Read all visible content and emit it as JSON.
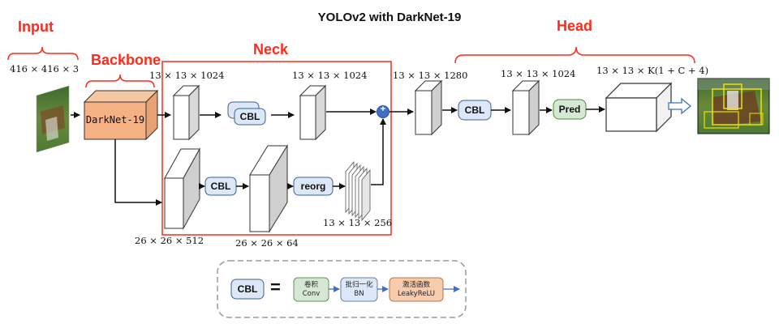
{
  "title": "YOLOv2 with DarkNet-19",
  "sections": {
    "input": "Input",
    "backbone": "Backbone",
    "neck": "Neck",
    "head": "Head"
  },
  "backbone_block": {
    "label": "DarkNet-19"
  },
  "dims": {
    "input": "416 × 416 × 3",
    "neck_top_in": "13 × 13 × 1024",
    "neck_top_out": "13 × 13 × 1024",
    "neck_bottom_in": "26 × 26 × 512",
    "neck_bottom_mid": "26 × 26 × 64",
    "reorg_out": "13 × 13 × 256",
    "concat": "13 × 13 × 1280",
    "head_mid": "13 × 13 × 1024",
    "output": "13 × 13 × K(1 + C + 4)"
  },
  "blocks": {
    "cbl": "CBL",
    "reorg": "reorg",
    "pred": "Pred",
    "plus": "+"
  },
  "legend": {
    "cbl": "CBL",
    "equals": "=",
    "conv_cn": "卷积",
    "conv_en": "Conv",
    "bn_cn": "批归一化",
    "bn_en": "BN",
    "act_cn": "激活函数",
    "act_en": "LeakyReLU"
  },
  "colors": {
    "section_red": "#ff2a1a",
    "cbl_fill": "#dce8f8",
    "cbl_stroke": "#3c5f8f",
    "backbone_fill": "#f4b183",
    "conv_fill": "#d5e8d4",
    "act_fill": "#f8cbad",
    "plus_fill": "#3f6fc7",
    "pred_fill": "#d5e8d4"
  }
}
